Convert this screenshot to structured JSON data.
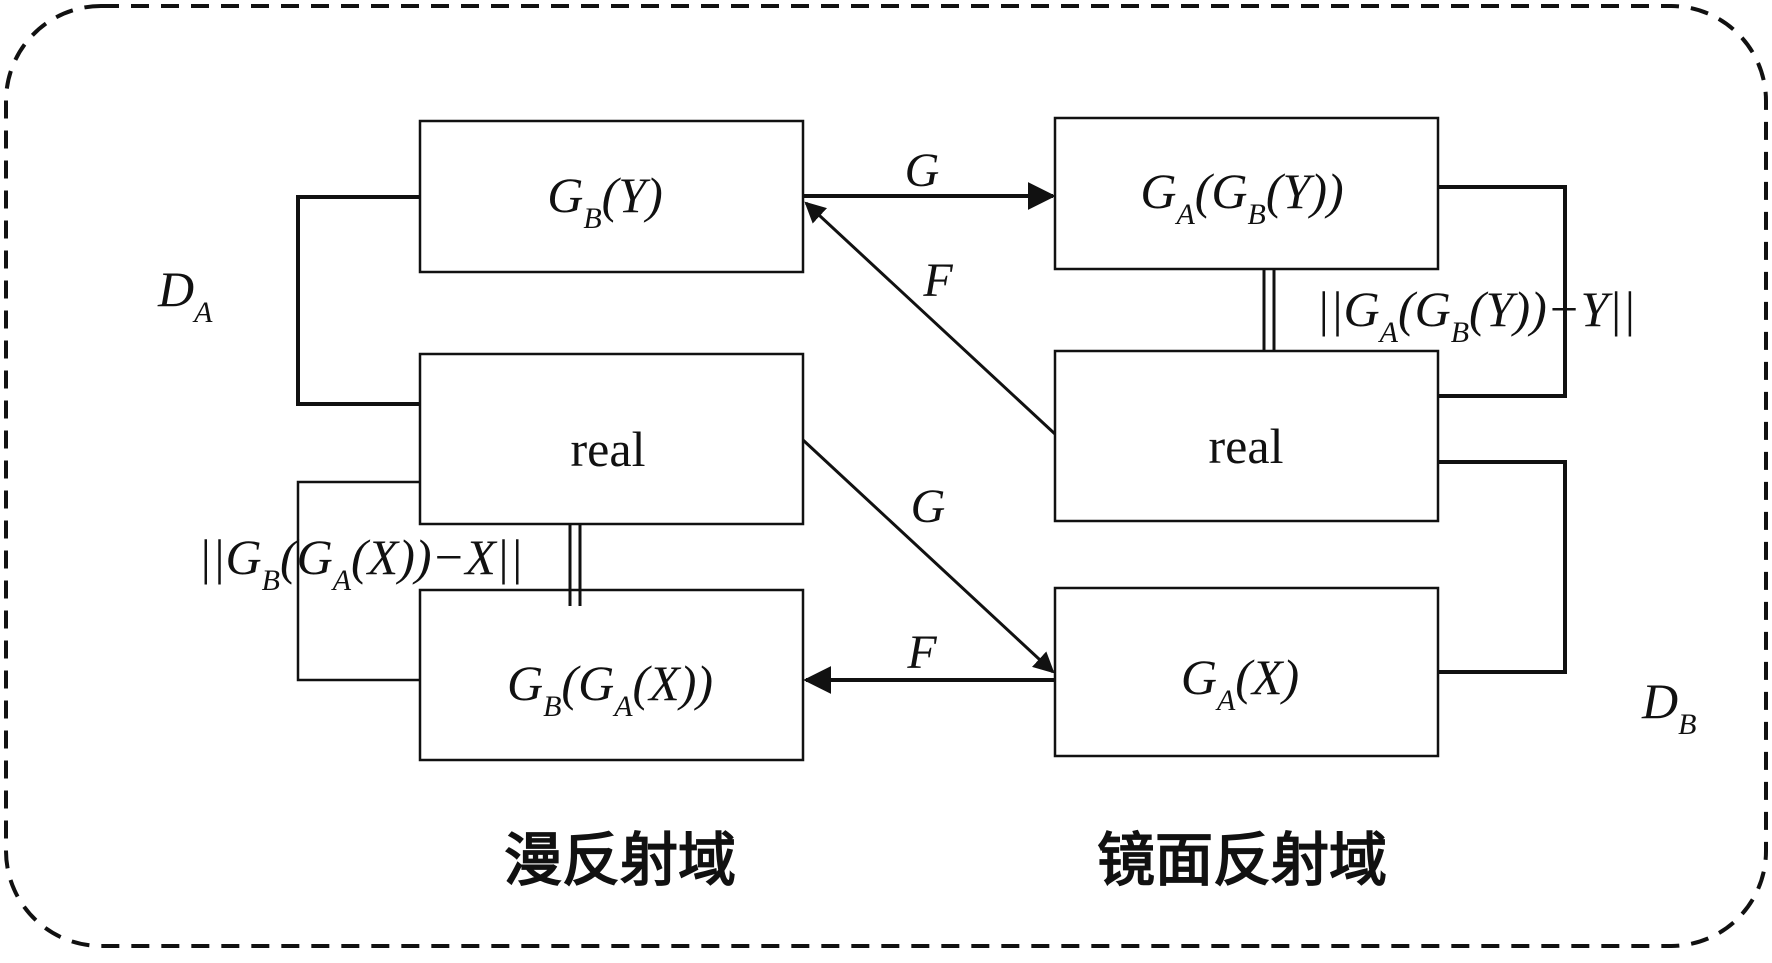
{
  "colors": {
    "stroke": "#111111",
    "background": "#ffffff"
  },
  "boxes": {
    "gb_y": {
      "main": "G",
      "sub": "B",
      "rest": "(Y)"
    },
    "real_left": {
      "label": "real"
    },
    "gb_ga_x": {
      "m1": "G",
      "s1": "B",
      "m2": "(G",
      "s2": "A",
      "m3": "(X))"
    },
    "ga_gb_y": {
      "m1": "G",
      "s1": "A",
      "m2": "(G",
      "s2": "B",
      "m3": "(Y))"
    },
    "real_right": {
      "label": "real"
    },
    "ga_x": {
      "main": "G",
      "sub": "A",
      "rest": "(X)"
    }
  },
  "arrows": {
    "g_top": "G",
    "f_diag": "F",
    "g_diag": "G",
    "f_bottom": "F"
  },
  "discriminators": {
    "da": {
      "main": "D",
      "sub": "A"
    },
    "db": {
      "main": "D",
      "sub": "B"
    }
  },
  "losses": {
    "right": {
      "p1": "||G",
      "s1": "A",
      "p2": "(G",
      "s2": "B",
      "p3": "(Y))−Y||"
    },
    "left": {
      "p1": "||G",
      "s1": "B",
      "p2": "(G",
      "s2": "A",
      "p3": "(X))−X||"
    }
  },
  "domains": {
    "diffuse": "漫反射域",
    "specular": "镜面反射域"
  }
}
